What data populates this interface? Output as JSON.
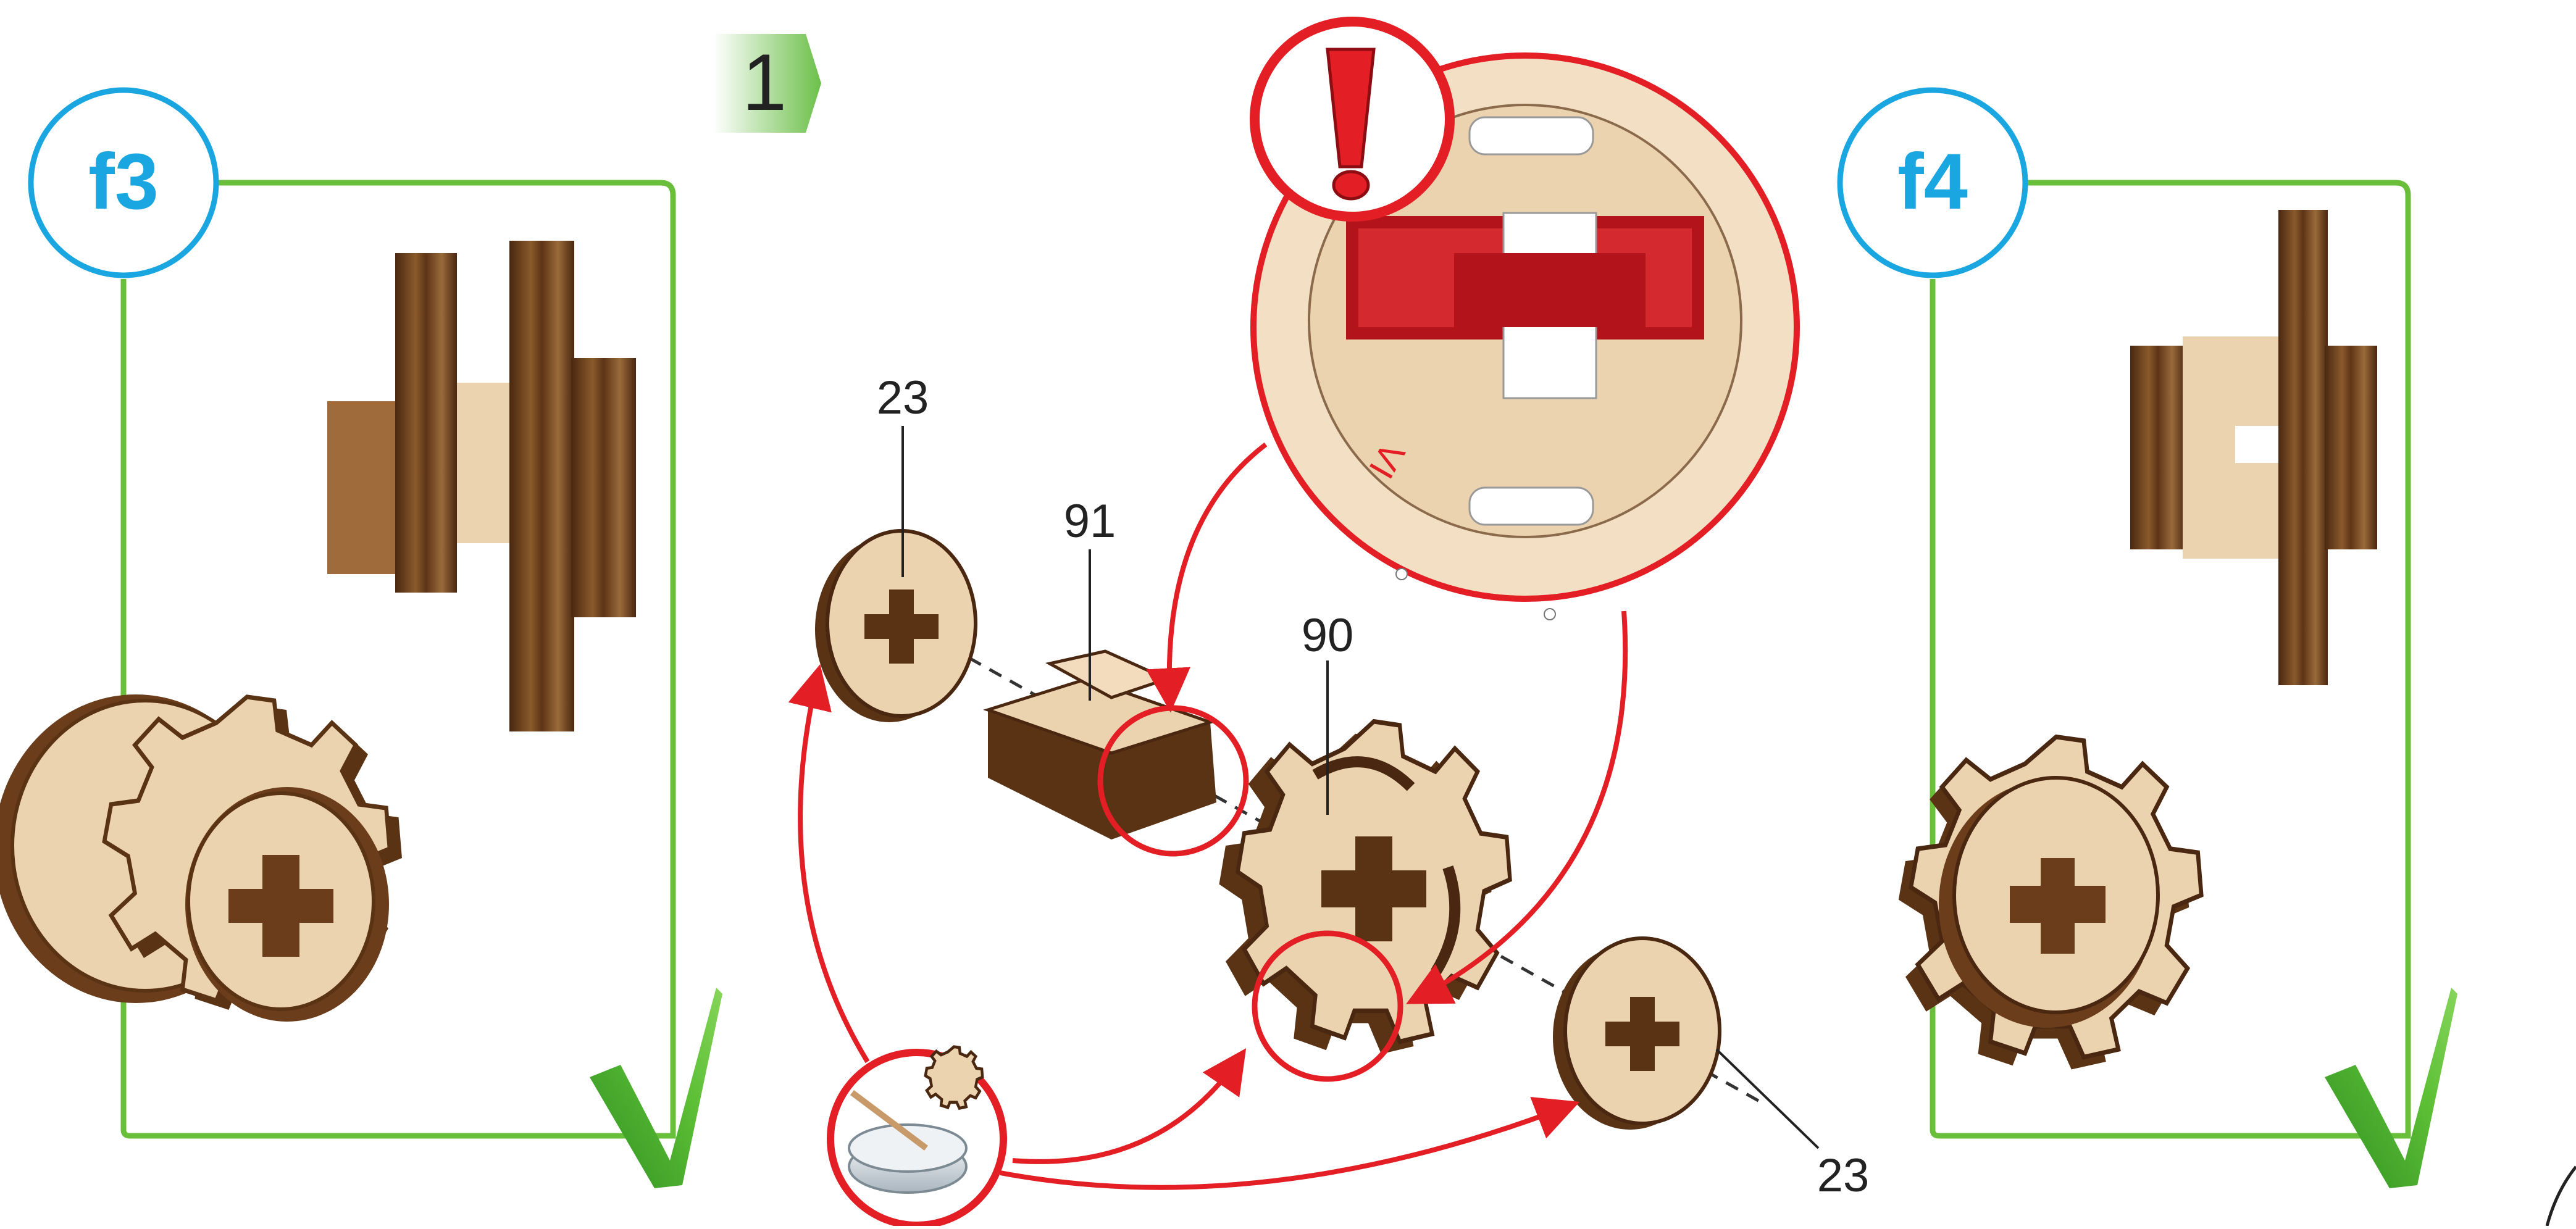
{
  "step": {
    "number": "1"
  },
  "panels": {
    "left": {
      "badge": "f3"
    },
    "right": {
      "badge": "f4"
    }
  },
  "parts": {
    "washer_top": "23",
    "cross_axle": "91",
    "gear": "90",
    "washer_bottom": "23"
  },
  "colors": {
    "badge_blue": "#1aa6e0",
    "frame_green": "#6abf3a",
    "check_green": "#55b332",
    "warning_red": "#e31e24",
    "wood_light": "#ecd3b0",
    "wood_dark": "#5a3315",
    "glue_dish": "#d6dde2"
  },
  "icons": [
    "exclamation-icon",
    "checkmark-icon",
    "glue-pot-icon",
    "step-arrow-icon"
  ]
}
